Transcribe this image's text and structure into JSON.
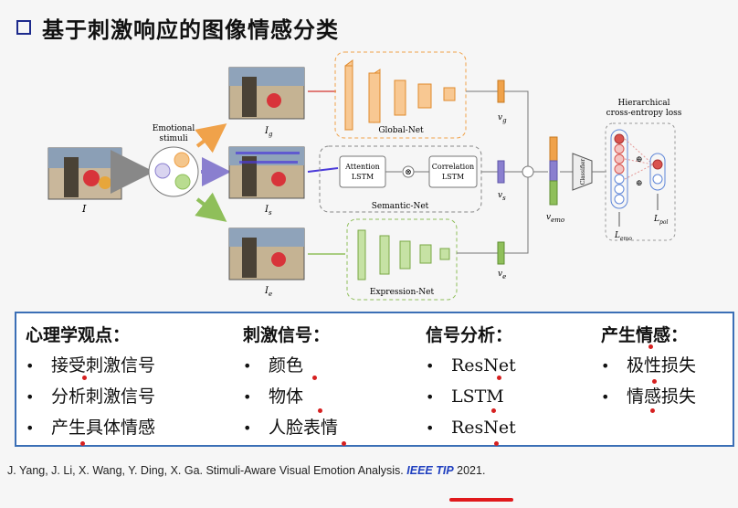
{
  "title": "基于刺激响应的图像情感分类",
  "diagram": {
    "input_label": "I",
    "emotional_stimuli": "Emotional\nstimuli",
    "branch_labels": {
      "global": "I_g",
      "semantic": "I_s",
      "expression": "I_e"
    },
    "nets": {
      "global": "Global-Net",
      "semantic": "Semantic-Net",
      "expression": "Expression-Net"
    },
    "attention_lstm": "Attention\nLSTM",
    "correlation_lstm": "Correlation\nLSTM",
    "vectors": {
      "g": "v_g",
      "s": "v_s",
      "e": "v_e",
      "emo": "v_emo"
    },
    "classifier": "Classifier",
    "hierarchical": "Hierarchical\ncross-entropy loss",
    "loss_emo": "L_emo",
    "loss_pol": "L_pol",
    "colors": {
      "orange": "#f0a24a",
      "purple": "#8a7fcf",
      "green": "#8fbf5a",
      "blue": "#5f86d8",
      "red": "#d9534f"
    }
  },
  "summary": {
    "columns": [
      {
        "heading": "心理学观点：",
        "items": [
          "接受刺激信号",
          "分析刺激信号",
          "产生具体情感"
        ]
      },
      {
        "heading": "刺激信号：",
        "items": [
          "颜色",
          "物体",
          "人脸表情"
        ]
      },
      {
        "heading": "信号分析：",
        "items": [
          "ResNet",
          "LSTM",
          "ResNet"
        ]
      },
      {
        "heading": "产生情感：",
        "items": [
          "极性损失",
          "情感损失"
        ]
      }
    ],
    "bullet": "•"
  },
  "citation": {
    "authors": "J. Yang, J. Li, X. Wang, Y. Ding, X. Ga. Stimuli-Aware Visual Emotion Analysis.",
    "venue": "IEEE TIP",
    "year": "2021."
  }
}
